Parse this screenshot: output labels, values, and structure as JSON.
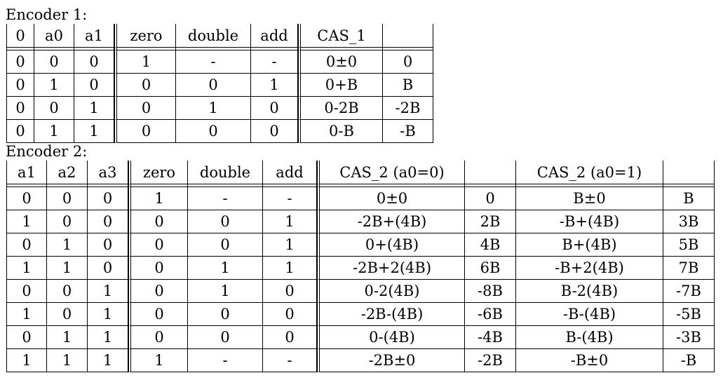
{
  "encoder1": {
    "caption": "Encoder 1:",
    "headers": [
      "0",
      "a0",
      "a1",
      "zero",
      "double",
      "add",
      "CAS_1",
      ""
    ],
    "rows": [
      [
        "0",
        "0",
        "0",
        "1",
        "-",
        "-",
        "0±0",
        "0"
      ],
      [
        "0",
        "1",
        "0",
        "0",
        "0",
        "1",
        "0+B",
        "B"
      ],
      [
        "0",
        "0",
        "1",
        "0",
        "1",
        "0",
        "0-2B",
        "-2B"
      ],
      [
        "0",
        "1",
        "1",
        "0",
        "0",
        "0",
        "0-B",
        "-B"
      ]
    ]
  },
  "encoder2": {
    "caption": "Encoder 2:",
    "headers": [
      "a1",
      "a2",
      "a3",
      "zero",
      "double",
      "add",
      "CAS_2 (a0=0)",
      "",
      "CAS_2 (a0=1)",
      ""
    ],
    "rows": [
      [
        "0",
        "0",
        "0",
        "1",
        "-",
        "-",
        "0±0",
        "0",
        "B±0",
        "B"
      ],
      [
        "1",
        "0",
        "0",
        "0",
        "0",
        "1",
        "-2B+(4B)",
        "2B",
        "-B+(4B)",
        "3B"
      ],
      [
        "0",
        "1",
        "0",
        "0",
        "0",
        "1",
        "0+(4B)",
        "4B",
        "B+(4B)",
        "5B"
      ],
      [
        "1",
        "1",
        "0",
        "0",
        "1",
        "1",
        "-2B+2(4B)",
        "6B",
        "-B+2(4B)",
        "7B"
      ],
      [
        "0",
        "0",
        "1",
        "0",
        "1",
        "0",
        "0-2(4B)",
        "-8B",
        "B-2(4B)",
        "-7B"
      ],
      [
        "1",
        "0",
        "1",
        "0",
        "0",
        "0",
        "-2B-(4B)",
        "-6B",
        "-B-(4B)",
        "-5B"
      ],
      [
        "0",
        "1",
        "1",
        "0",
        "0",
        "0",
        "0-(4B)",
        "-4B",
        "B-(4B)",
        "-3B"
      ],
      [
        "1",
        "1",
        "1",
        "1",
        "-",
        "-",
        "-2B±0",
        "-2B",
        "-B±0",
        "-B"
      ]
    ]
  }
}
